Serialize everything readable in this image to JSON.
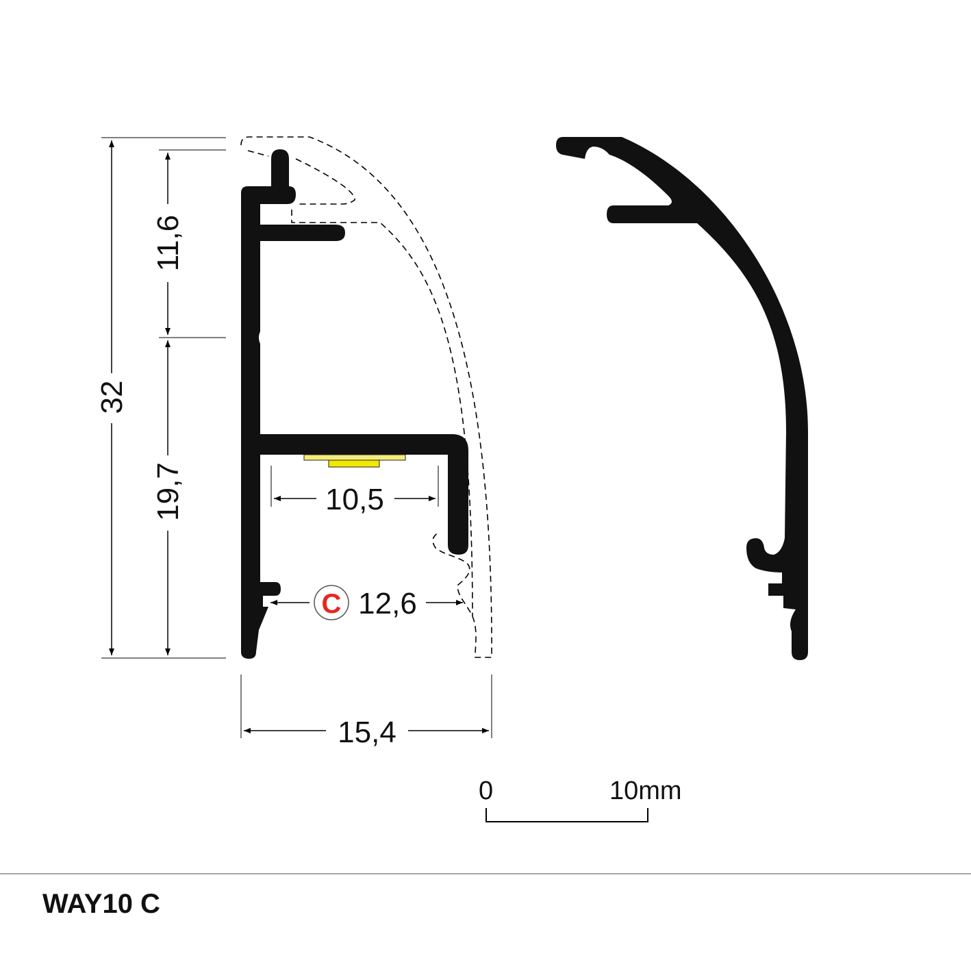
{
  "product": {
    "name": "WAY10 C"
  },
  "dimensions": {
    "total_height": "32",
    "upper_height": "11,6",
    "lower_height": "19,7",
    "inner_width": "10,5",
    "cover_width": "12,6",
    "total_width": "15,4"
  },
  "cover_marker": {
    "letter": "C",
    "color": "#e8261d"
  },
  "scale_bar": {
    "start_label": "0",
    "end_label": "10mm"
  },
  "colors": {
    "profile": "#111111",
    "led_strip": "#f4ec7a",
    "line": "#000000"
  }
}
